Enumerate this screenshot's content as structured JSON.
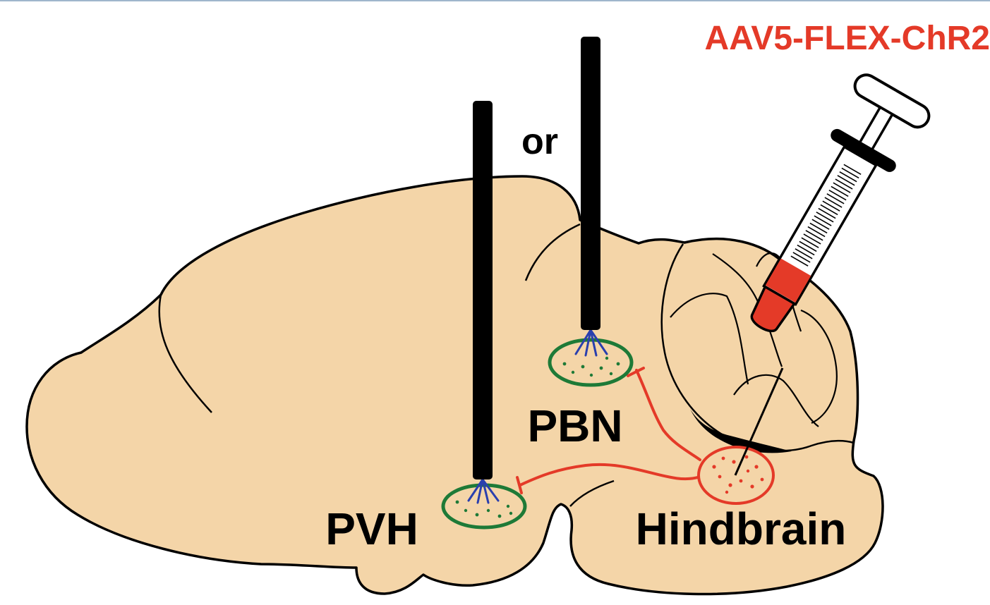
{
  "labels": {
    "virus": "AAV5-FLEX-ChR2",
    "or": "or",
    "pbn": "PBN",
    "pvh": "PVH",
    "hindbrain": "Hindbrain"
  },
  "colors": {
    "tissue": "#f4d5a8",
    "outline": "#000000",
    "target_region": "#1e7a37",
    "infected_region": "#e43a28",
    "axon": "#e43a28",
    "optic_fiber": "#000000",
    "light_cone": "#2a3fae",
    "virus_label": "#e43a28",
    "syringe_fill": "#e43a28"
  },
  "icons": {
    "optic_fiber_pvh": "optic-fiber-icon",
    "optic_fiber_pbn": "optic-fiber-icon",
    "syringe": "syringe-icon"
  }
}
